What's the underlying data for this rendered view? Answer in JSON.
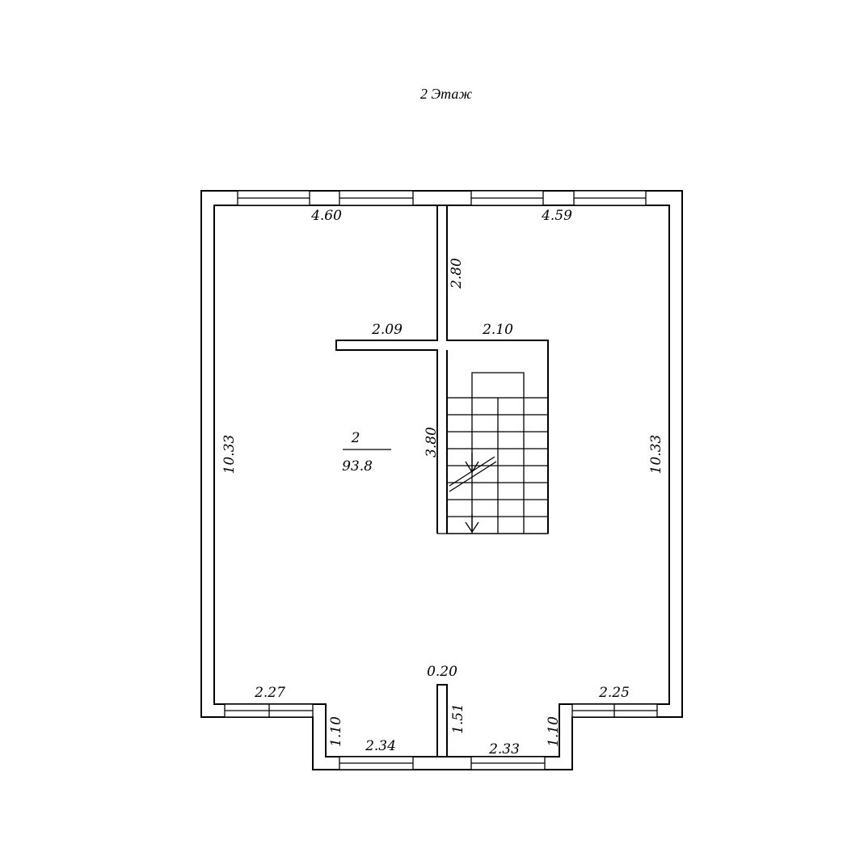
{
  "title": "2 Этаж",
  "room": {
    "number": "2",
    "area": "93.8"
  },
  "dimensions": {
    "left_top_width": "4.60",
    "right_top_width": "4.59",
    "right_partition_height": "2.80",
    "left_partition_width": "2.09",
    "right_partition_width": "2.10",
    "stair_height": "3.80",
    "left_height": "10.33",
    "right_height": "10.33",
    "door_gap": "0.20",
    "bottom_left_width": "2.27",
    "bottom_right_width": "2.25",
    "left_bay_depth": "1.10",
    "right_bay_depth": "1.10",
    "center_wall_height": "1.51",
    "bay_left_width": "2.34",
    "bay_right_width": "2.33"
  },
  "stair": {
    "direction": "down"
  }
}
